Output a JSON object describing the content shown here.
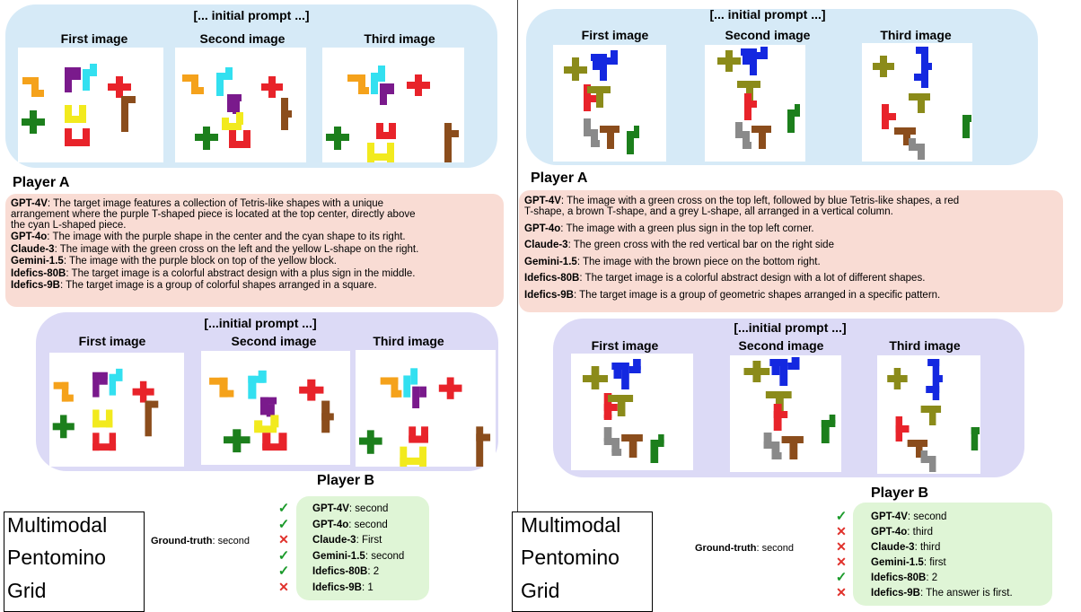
{
  "colors": {
    "blue_panel": "#d6eaf7",
    "purple_panel": "#dcdaf6",
    "desc_box": "#f9dcd4",
    "answer_box": "#dff5d6",
    "check": "#1a9a2a",
    "cross": "#e0302a",
    "pieces": {
      "orange": "#f5a21b",
      "purple": "#7a1a8c",
      "cyan": "#33e0f0",
      "red": "#e8232a",
      "green": "#1c7f1c",
      "yellow": "#f2ea1e",
      "brown": "#8b4d1c",
      "olive": "#8b8b1a",
      "blue": "#1428e0",
      "grey": "#8a8a8a"
    }
  },
  "left": {
    "prompt_top": "[... initial prompt ...]",
    "image_labels_top": [
      "First image",
      "Second image",
      "Third image"
    ],
    "player_a_title": "Player A",
    "descriptions": [
      {
        "model": "GPT-4V",
        "lines": [
          "The target image features a collection of Tetris-like shapes with a unique",
          "arrangement where the purple T-shaped piece is located at the top center, directly above",
          "the cyan L-shaped piece."
        ]
      },
      {
        "model": "GPT-4o",
        "lines": [
          "The image with the purple shape in the center and the cyan shape to its right."
        ]
      },
      {
        "model": "Claude-3",
        "lines": [
          "The image with the green cross on the left and the yellow L-shape on the right."
        ]
      },
      {
        "model": "Gemini-1.5",
        "lines": [
          "The image with the purple block on top of the yellow block."
        ]
      },
      {
        "model": "Idefics-80B",
        "lines": [
          "The target image is a colorful abstract design with a plus sign in the middle."
        ]
      },
      {
        "model": "Idefics-9B",
        "lines": [
          "The target image is a group of colorful shapes arranged in a square."
        ]
      }
    ],
    "prompt_bottom": "[...initial prompt ...]",
    "image_labels_bottom": [
      "First image",
      "Second image",
      "Third image"
    ],
    "player_b_title": "Player B",
    "multimodal_lines": [
      "Multimodal",
      "Pentomino",
      "Grid"
    ],
    "ground_truth_label": "Ground-truth",
    "ground_truth_value": "second",
    "answers": [
      {
        "model": "GPT-4V",
        "answer": "second",
        "correct": true
      },
      {
        "model": "GPT-4o",
        "answer": "second",
        "correct": true
      },
      {
        "model": "Claude-3",
        "answer": "First",
        "correct": false
      },
      {
        "model": "Gemini-1.5",
        "answer": "second",
        "correct": true
      },
      {
        "model": "Idefics-80B",
        "answer": "2",
        "correct": true
      },
      {
        "model": "Idefics-9B",
        "answer": "1",
        "correct": false
      }
    ]
  },
  "right": {
    "prompt_top": "[... initial prompt ...]",
    "image_labels_top": [
      "First image",
      "Second image",
      "Third image"
    ],
    "player_a_title": "Player A",
    "descriptions": [
      {
        "model": "GPT-4V",
        "lines": [
          "The image with a green cross on the top left, followed by blue Tetris-like shapes, a red",
          "T-shape, a brown T-shape, and a grey L-shape, all arranged in a vertical column."
        ]
      },
      {
        "model": "GPT-4o",
        "lines": [
          "The image with a green plus sign in the top left corner."
        ]
      },
      {
        "model": "Claude-3",
        "lines": [
          "The green cross with the red vertical bar on the right side"
        ]
      },
      {
        "model": "Gemini-1.5",
        "lines": [
          "The image with the brown piece on the bottom right."
        ]
      },
      {
        "model": "Idefics-80B",
        "lines": [
          "The target image is a colorful abstract design with a lot of different shapes."
        ]
      },
      {
        "model": "Idefics-9B",
        "lines": [
          "The target image is a group of geometric shapes arranged in a specific pattern."
        ]
      }
    ],
    "prompt_bottom": "[...initial prompt ...]",
    "image_labels_bottom": [
      "First image",
      "Second image",
      "Third image"
    ],
    "player_b_title": "Player B",
    "multimodal_lines": [
      "Multimodal",
      "Pentomino",
      "Grid"
    ],
    "ground_truth_label": "Ground-truth",
    "ground_truth_value": "second",
    "answers": [
      {
        "model": "GPT-4V",
        "answer": "second",
        "correct": true
      },
      {
        "model": "GPT-4o",
        "answer": "third",
        "correct": false
      },
      {
        "model": "Claude-3",
        "answer": "third",
        "correct": false
      },
      {
        "model": "Gemini-1.5",
        "answer": "first",
        "correct": false
      },
      {
        "model": "Idefics-80B",
        "answer": "2",
        "correct": true
      },
      {
        "model": "Idefics-9B",
        "answer": "The answer is first.",
        "correct": false
      }
    ]
  }
}
